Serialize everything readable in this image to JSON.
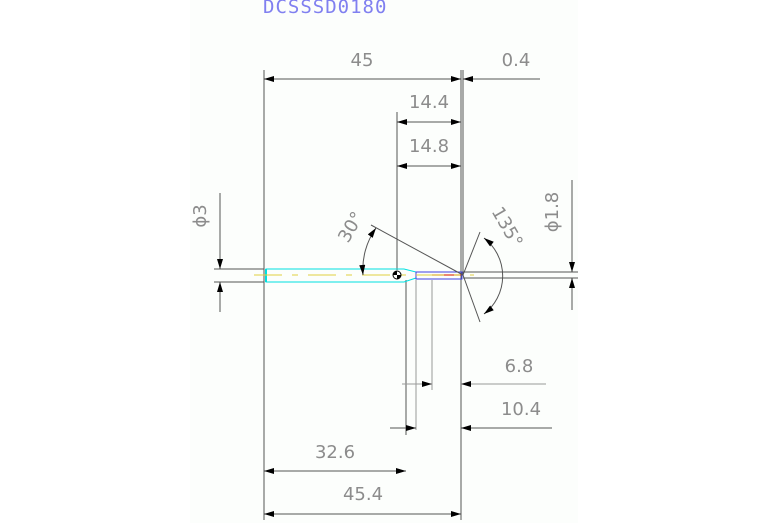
{
  "drawing": {
    "part_number": "DCSSSD0180",
    "colors": {
      "title": "#8080f0",
      "dimension_text": "#8c8c8c",
      "lines": "#555555",
      "body_outline": "#00e0e0",
      "centerline": "#e0d040",
      "tip_outline": "#4040e0",
      "tip_core": "#e04020",
      "background": "#fcfefc"
    },
    "dimensions": {
      "overall_length": "45",
      "tip_offset": "0.4",
      "tip_length_1": "14.4",
      "tip_length_2": "14.8",
      "shank_diameter": "ϕ3",
      "tip_diameter": "ϕ1.8",
      "chamfer_angle": "30°",
      "point_angle": "135°",
      "step_1": "6.8",
      "step_2": "10.4",
      "shank_length": "32.6",
      "total_length": "45.4"
    }
  }
}
